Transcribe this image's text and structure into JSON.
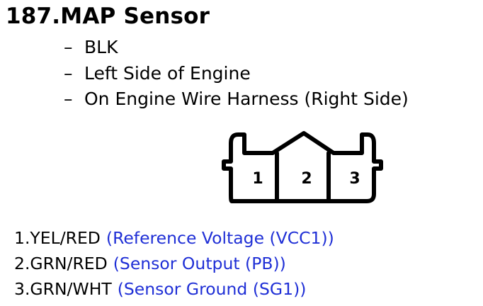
{
  "title": "187.MAP Sensor",
  "details": [
    {
      "dash": "–",
      "text": "BLK"
    },
    {
      "dash": "–",
      "text": "Left Side of Engine"
    },
    {
      "dash": "–",
      "text": "On Engine Wire Harness (Right Side)"
    }
  ],
  "connector": {
    "pin_labels": [
      "1",
      "2",
      "3"
    ]
  },
  "pins": [
    {
      "wire": "1.YEL/RED",
      "desc": "(Reference Voltage (VCC1))"
    },
    {
      "wire": "2.GRN/RED",
      "desc": "(Sensor Output (PB))"
    },
    {
      "wire": "3.GRN/WHT",
      "desc": "(Sensor Ground (SG1))"
    }
  ],
  "colors": {
    "description_text": "#1f2fd6",
    "text": "#000000"
  }
}
